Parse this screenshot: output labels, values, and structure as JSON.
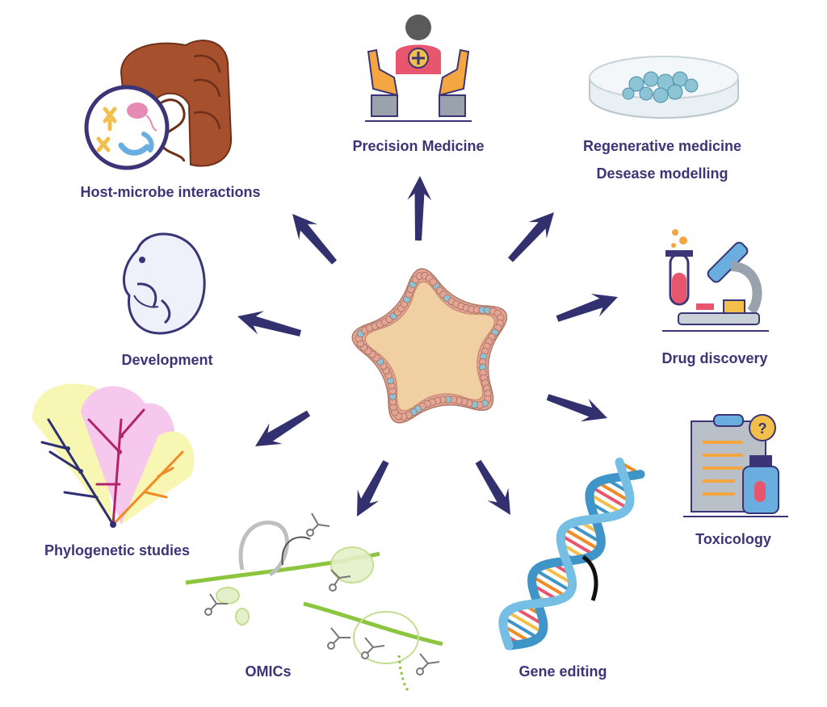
{
  "colors": {
    "arrow": "#333070",
    "label": "#3b3476",
    "organoid_fill": "#f0cfa3",
    "organoid_cell": "#e3a694",
    "organoid_stem_cell": "#8cc4d6"
  },
  "center": {
    "icon": "organoid-icon"
  },
  "applications": [
    {
      "key": "host_microbe",
      "lines": [
        "Host-microbe interactions"
      ],
      "icon": "intestine-microbes-icon"
    },
    {
      "key": "precision",
      "lines": [
        "Precision Medicine"
      ],
      "icon": "patient-hands-icon"
    },
    {
      "key": "regenerative",
      "lines": [
        "Regenerative medicine",
        "Desease modelling"
      ],
      "icon": "petri-dish-icon"
    },
    {
      "key": "drug",
      "lines": [
        "Drug discovery"
      ],
      "icon": "microscope-test-tube-icon"
    },
    {
      "key": "toxicology",
      "lines": [
        "Toxicology"
      ],
      "icon": "clipboard-bottle-icon"
    },
    {
      "key": "gene",
      "lines": [
        "Gene editing"
      ],
      "icon": "dna-helix-icon"
    },
    {
      "key": "omics",
      "lines": [
        "OMICs"
      ],
      "icon": "rna-strands-icon"
    },
    {
      "key": "phylo",
      "lines": [
        "Phylogenetic studies"
      ],
      "icon": "phylogenetic-tree-icon"
    },
    {
      "key": "development",
      "lines": [
        "Development"
      ],
      "icon": "embryo-icon"
    }
  ]
}
